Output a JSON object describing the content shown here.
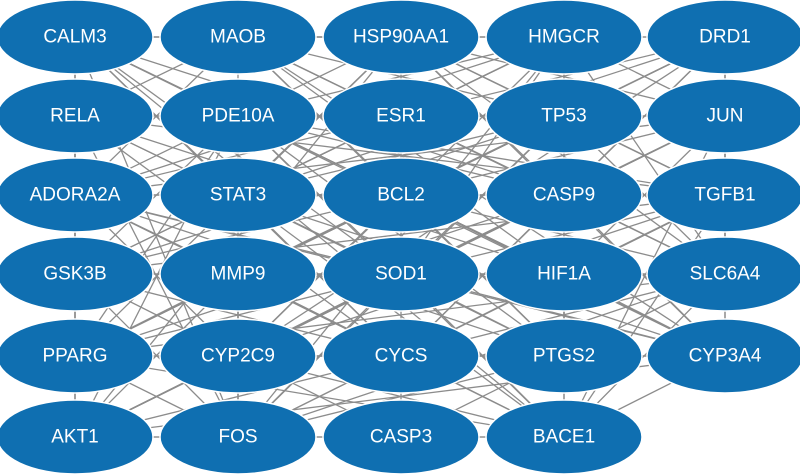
{
  "network": {
    "node_color": "#0f6fb1",
    "label_color": "#ffffff",
    "edge_color": "#8c8c8c",
    "rows": [
      [
        "CALM3",
        "MAOB",
        "HSP90AA1",
        "HMGCR",
        "DRD1"
      ],
      [
        "RELA",
        "PDE10A",
        "ESR1",
        "TP53",
        "JUN"
      ],
      [
        "ADORA2A",
        "STAT3",
        "BCL2",
        "CASP9",
        "TGFB1"
      ],
      [
        "GSK3B",
        "MMP9",
        "SOD1",
        "HIF1A",
        "SLC6A4"
      ],
      [
        "PPARG",
        "CYP2C9",
        "CYCS",
        "PTGS2",
        "CYP3A4"
      ],
      [
        "AKT1",
        "FOS",
        "CASP3",
        "BACE1"
      ]
    ]
  }
}
